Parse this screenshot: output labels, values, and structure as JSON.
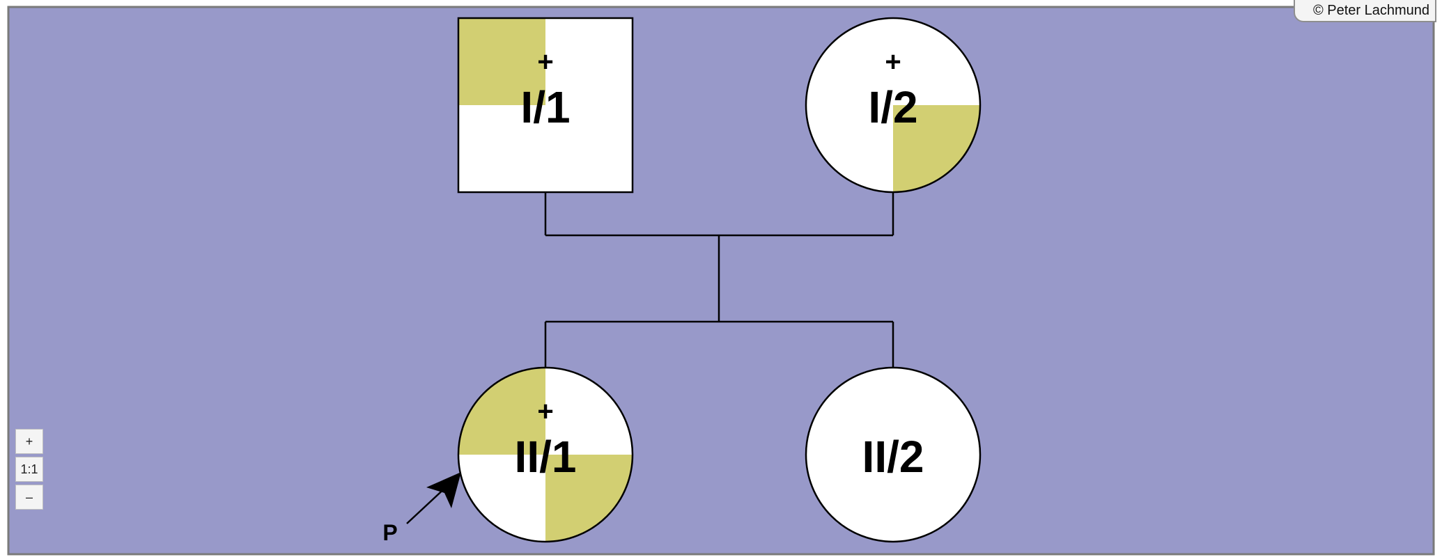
{
  "copyright": "© Peter Lachmund",
  "zoom": {
    "in_label": "+",
    "reset_label": "1:1",
    "out_label": "–"
  },
  "colors": {
    "background": "#9899c9",
    "affected": "#d2cf72",
    "node_fill": "#ffffff",
    "line": "#000000"
  },
  "pedigree": {
    "generation1": [
      {
        "id": "I/1",
        "sex": "male",
        "shape": "square",
        "deceased_marker": "+",
        "shaded_quadrants": [
          "top-left"
        ]
      },
      {
        "id": "I/2",
        "sex": "female",
        "shape": "circle",
        "deceased_marker": "+",
        "shaded_quadrants": [
          "bottom-right"
        ]
      }
    ],
    "generation2": [
      {
        "id": "II/1",
        "sex": "female",
        "shape": "circle",
        "deceased_marker": "+",
        "shaded_quadrants": [
          "top-left",
          "bottom-right"
        ],
        "proband": true
      },
      {
        "id": "II/2",
        "sex": "female",
        "shape": "circle",
        "deceased_marker": "",
        "shaded_quadrants": []
      }
    ],
    "proband_label": "P"
  }
}
